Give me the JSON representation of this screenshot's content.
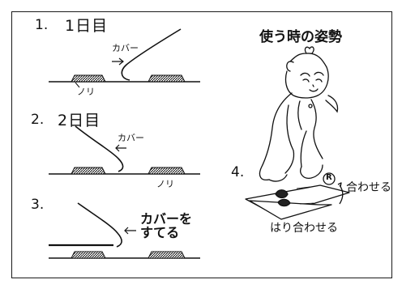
{
  "steps": [
    {
      "num": "1.",
      "title": "1日目",
      "cover_label": "カバー",
      "glue_label": "ノリ"
    },
    {
      "num": "2.",
      "title": "2日目",
      "cover_label": "カバー",
      "glue_label": "ノリ"
    },
    {
      "num": "3.",
      "title": "",
      "discard_label_line1": "カバーを",
      "discard_label_line2": "すてる"
    }
  ],
  "pose": {
    "title": "使う時の姿勢",
    "circled_letter": "R",
    "step_num": "4.",
    "join_label": "合わせる",
    "paste_label": "はり合わせる"
  }
}
